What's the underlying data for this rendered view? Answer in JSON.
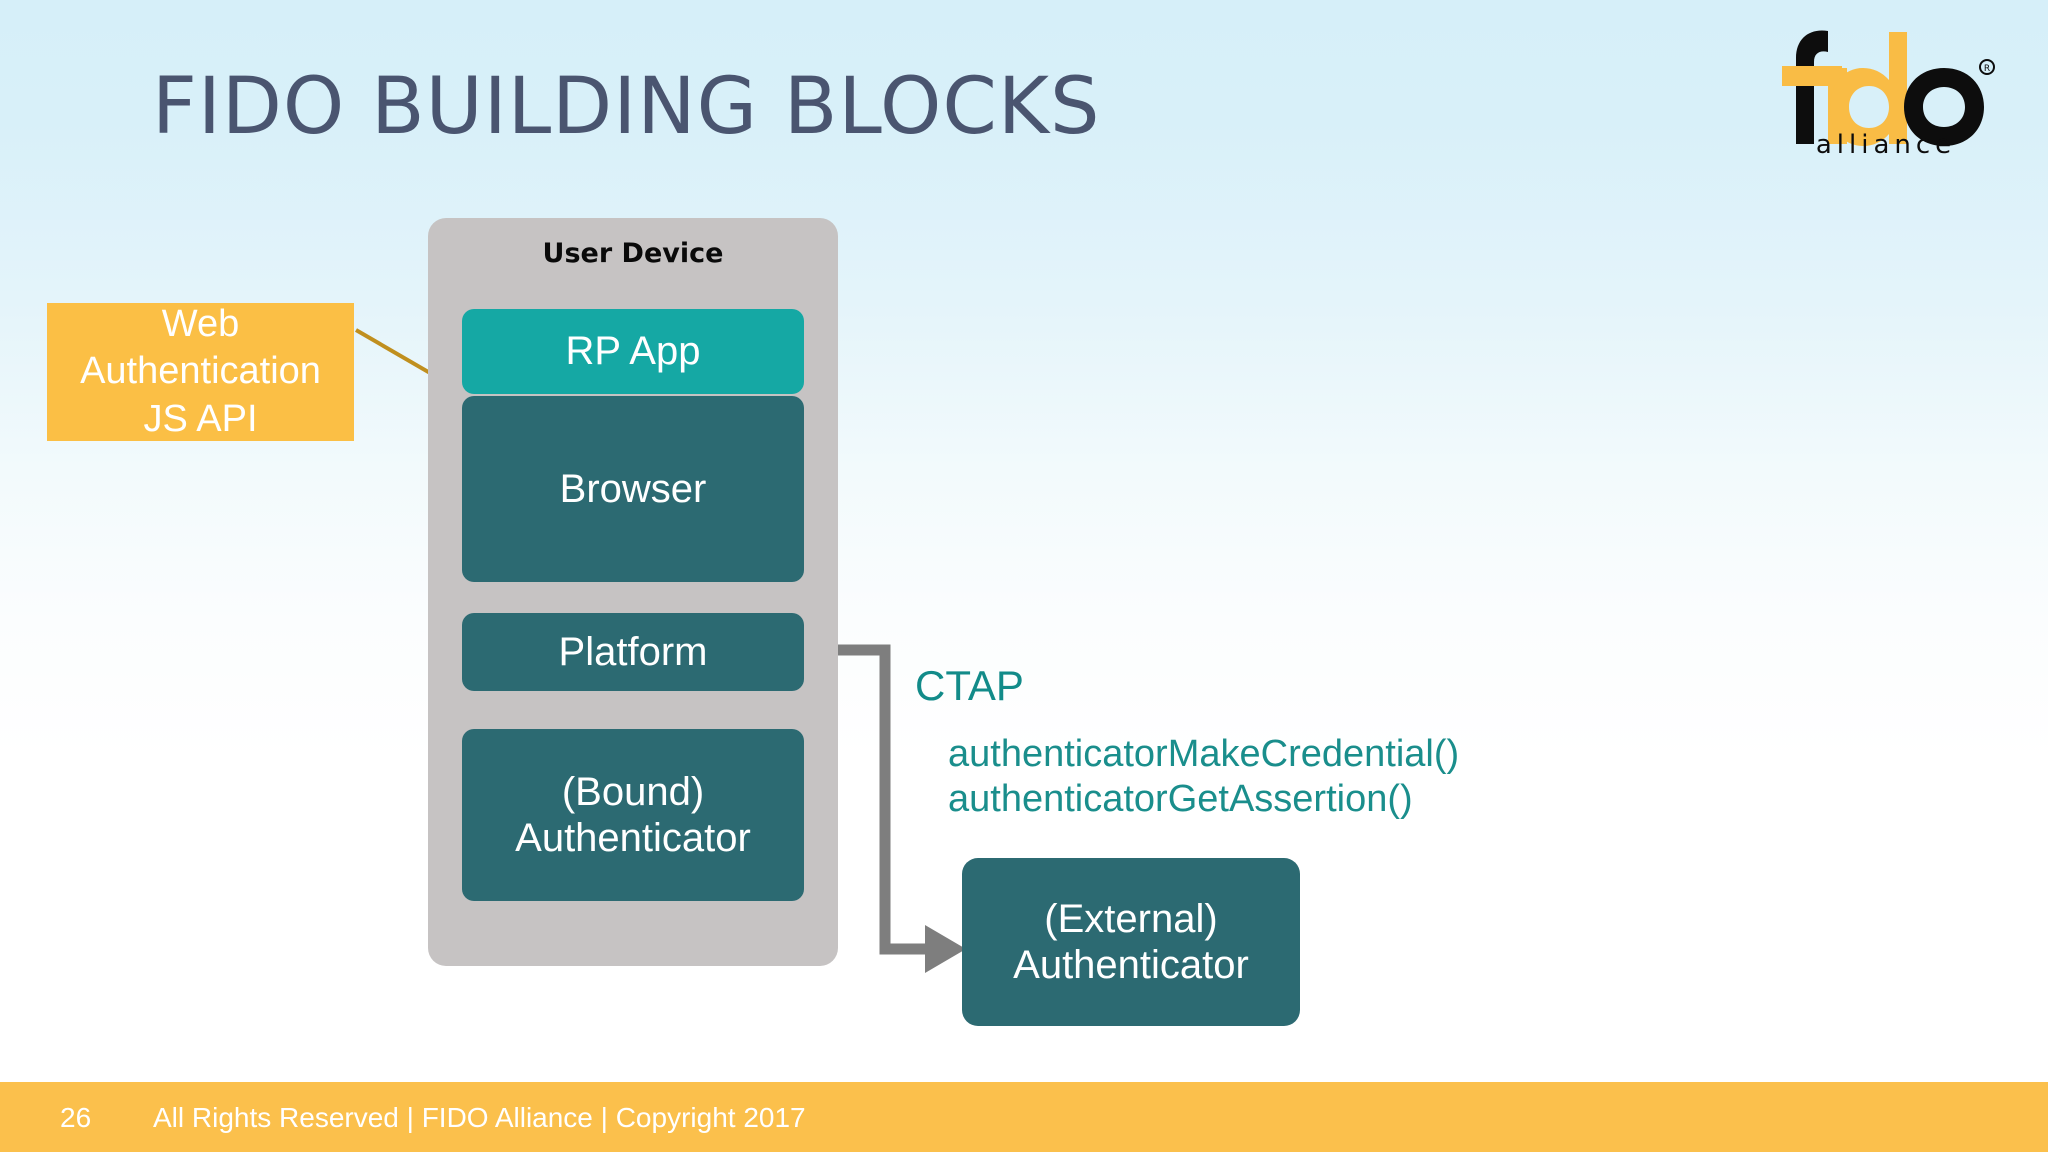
{
  "slide": {
    "title": "FIDO BUILDING BLOCKS",
    "page_number": "26",
    "footer_text": "All Rights Reserved | FIDO Alliance | Copyright 2017"
  },
  "logo": {
    "wordmark": "fido",
    "tagline": "alliance",
    "registered_mark": "®",
    "colors": {
      "black": "#0d0d0d",
      "amber": "#f9bc45"
    }
  },
  "diagram": {
    "container": {
      "label": "User Device",
      "color": "#c6c3c3"
    },
    "layers": [
      {
        "label": "RP App",
        "color": "#15a8a4"
      },
      {
        "label": "Browser",
        "color": "#2c6a72"
      },
      {
        "label": "Platform",
        "color": "#2c6a72"
      },
      {
        "label": "(Bound)\nAuthenticator",
        "line1": "(Bound)",
        "line2": "Authenticator",
        "color": "#2c6a72"
      }
    ],
    "external": {
      "line1": "(External)",
      "line2": "Authenticator",
      "color": "#2c6a72"
    },
    "callout": {
      "line1": "Web",
      "line2": "Authentication",
      "line3": "JS API",
      "color": "#fbbf45",
      "connector_color": "#c08f1e"
    },
    "protocol": {
      "name": "CTAP",
      "calls": [
        "authenticatorMakeCredential()",
        "authenticatorGetAssertion()"
      ],
      "color": "#128b89",
      "arrow_color": "#7e7e7e"
    }
  },
  "theme": {
    "title_color": "#4a5570",
    "background_top": "#d6eff9",
    "background_bottom": "#ffffff",
    "footer_color": "#fbc04c"
  }
}
